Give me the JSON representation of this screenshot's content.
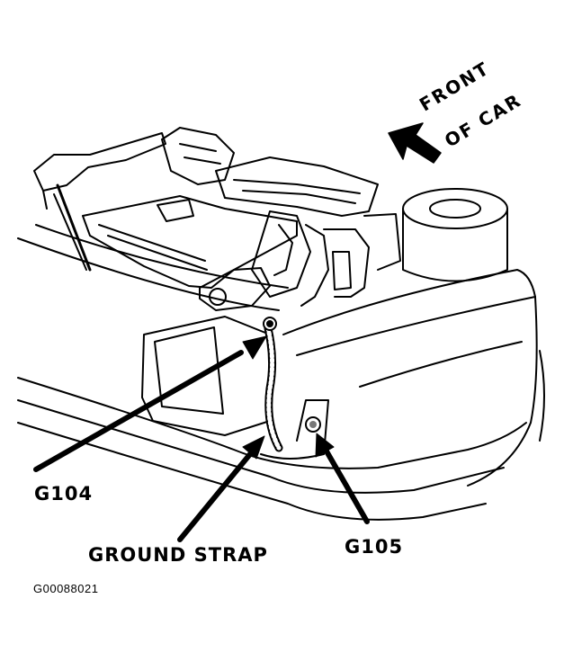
{
  "callouts": {
    "g104": "G104",
    "g105": "G105",
    "ground_strap": "GROUND STRAP"
  },
  "direction": {
    "line1": "FRONT",
    "line2": "OF CAR"
  },
  "figure_id": "G00088021",
  "colors": {
    "ink": "#000000",
    "paper": "#ffffff"
  }
}
